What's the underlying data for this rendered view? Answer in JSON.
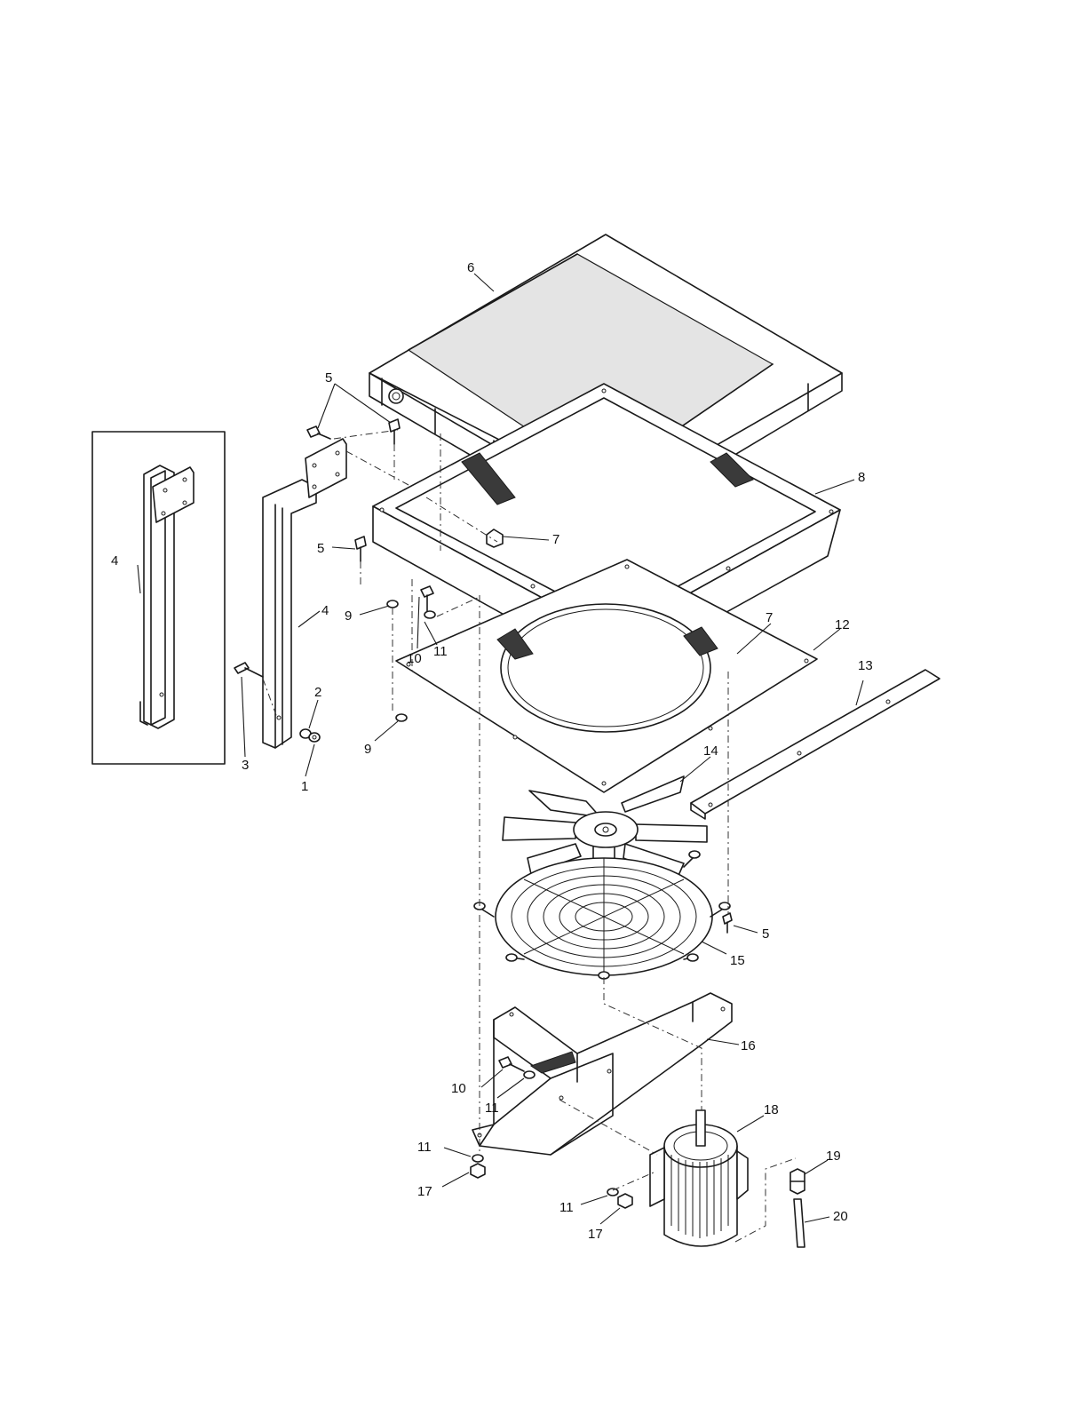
{
  "callouts": {
    "c1": "1",
    "c2": "2",
    "c3": "3",
    "c4a": "4",
    "c4b": "4",
    "c5a": "5",
    "c5b": "5",
    "c5c": "5",
    "c6": "6",
    "c7a": "7",
    "c7b": "7",
    "c8": "8",
    "c9a": "9",
    "c9b": "9",
    "c10a": "10",
    "c10b": "10",
    "c11a": "11",
    "c11b": "11",
    "c11c": "11",
    "c11d": "11",
    "c12": "12",
    "c13": "13",
    "c14": "14",
    "c15": "15",
    "c16": "16",
    "c17a": "17",
    "c17b": "17",
    "c18": "18",
    "c19": "19",
    "c20": "20"
  }
}
